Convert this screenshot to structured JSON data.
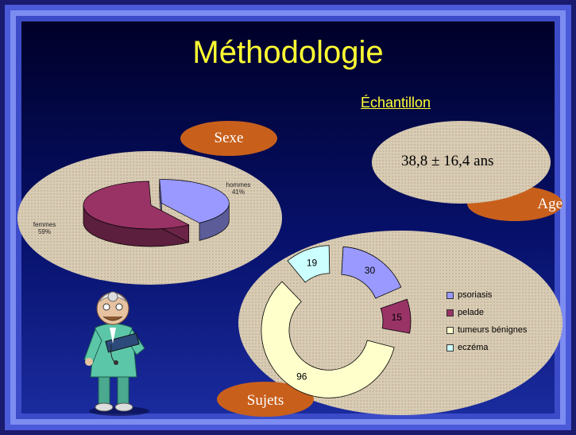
{
  "title": "Méthodologie",
  "sample_heading": "Échantillon",
  "sexe": {
    "tag": "Sexe",
    "chart_data": {
      "type": "pie",
      "slices": [
        {
          "name": "hommes",
          "value": 41,
          "label": "41%",
          "color": "#9999ff"
        },
        {
          "name": "femmes",
          "value": 59,
          "label": "59%",
          "color": "#993366"
        }
      ]
    }
  },
  "age": {
    "tag": "Age",
    "value": "38,8 ± 16,4 ans"
  },
  "sujets": {
    "tag": "Sujets",
    "chart_data": {
      "type": "doughnut",
      "slices": [
        {
          "name": "psoriasis",
          "value": 30,
          "color": "#9999ff"
        },
        {
          "name": "pelade",
          "value": 15,
          "color": "#993366"
        },
        {
          "name": "tumeurs bénignes",
          "value": 96,
          "color": "#ffffcc"
        },
        {
          "name": "eczéma",
          "value": 19,
          "color": "#ccffff"
        }
      ]
    }
  }
}
